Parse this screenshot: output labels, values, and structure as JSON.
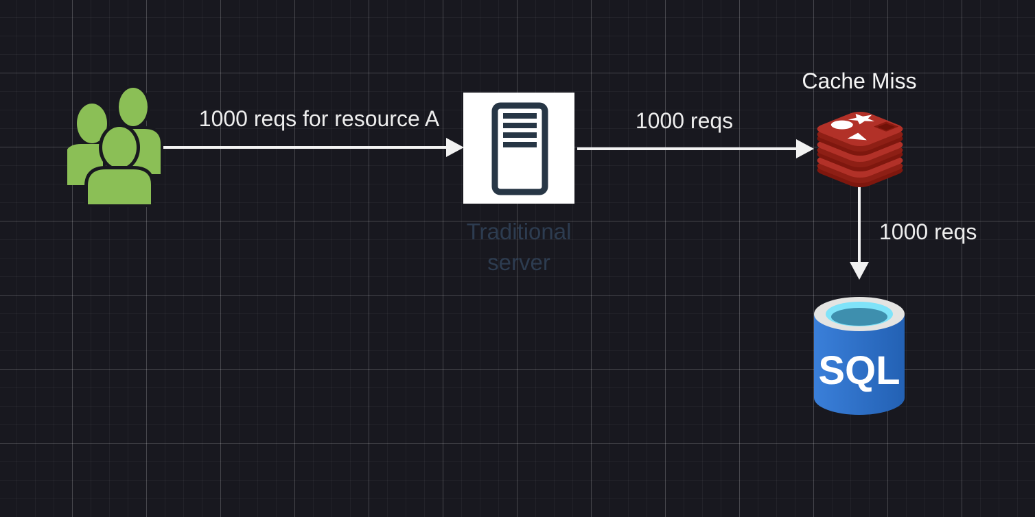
{
  "background": {
    "color": "#18181f",
    "grid_minor_color": "#23232b",
    "grid_major_color": "#44444d"
  },
  "nodes": {
    "users": {
      "icon": "users-group-icon",
      "color": "#8bbf56"
    },
    "server": {
      "icon": "server-icon",
      "caption": "Traditional server",
      "box_color": "#ffffff",
      "icon_color": "#273645",
      "caption_color": "#2d3c50"
    },
    "redis": {
      "icon": "redis-cache-icon",
      "label": "Cache Miss",
      "color_top": "#b23128",
      "color_side": "#8e1f15",
      "color_shadow": "#7e170e"
    },
    "sql": {
      "icon": "sql-database-icon",
      "text": "SQL",
      "body_color": "#2d6fc2",
      "rim_color": "#e4e4e2",
      "inner_color": "#7fe3f9"
    }
  },
  "edges": {
    "color": "#f2f2f2",
    "users_to_server": {
      "label": "1000 reqs for resource A"
    },
    "server_to_redis": {
      "label": "1000 reqs"
    },
    "redis_to_sql": {
      "label": "1000 reqs"
    }
  }
}
